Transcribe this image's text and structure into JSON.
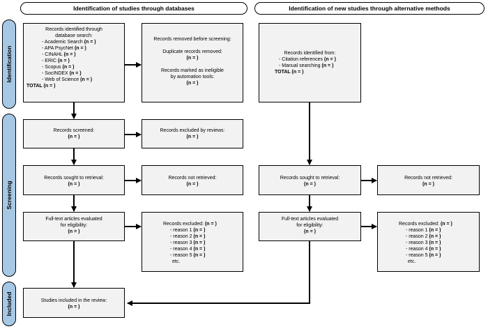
{
  "headers": {
    "databases": "Identification of studies through databases",
    "alternative": "Identification of new studies through alternative methods"
  },
  "phases": {
    "identification": "Identification",
    "screening": "Screening",
    "included": "Included"
  },
  "left": {
    "identified": {
      "line1": "Records identified through",
      "line2": "database search:",
      "items": [
        {
          "name": "- Academic Search",
          "n": "(n = )"
        },
        {
          "name": "- APA PsycNet",
          "n": "(n = )"
        },
        {
          "name": "- CINAHL",
          "n": "(n = )"
        },
        {
          "name": "- ERIC",
          "n": "(n = )"
        },
        {
          "name": "- Scopus",
          "n": "(n = )"
        },
        {
          "name": "- SocINDEX",
          "n": "(n = )"
        },
        {
          "name": "- Web of Science",
          "n": "(n = )"
        }
      ],
      "total_label": "TOTAL",
      "total_n": "(n = )"
    },
    "removed": {
      "title": "Records removed before screening:",
      "dup_label": "Duplicate records removed:",
      "dup_n": "(n = )",
      "inelig_line1": "Records marked as ineligible",
      "inelig_line2": "by automation tools:",
      "inelig_n": "(n = )"
    },
    "screened": {
      "label": "Records screened:",
      "n": "(n = )"
    },
    "excluded_reviews": {
      "label": "Records excluded by reviews:",
      "n": "(n = )"
    },
    "sought": {
      "label": "Records sought to retrieval:",
      "n": "(n = )"
    },
    "not_retrieved": {
      "label": "Records not retrieved:",
      "n": "(n = )"
    },
    "fulltext": {
      "line1": "Full-text articles evaluated",
      "line2": "for eligibility:",
      "n": "(n = )"
    },
    "excluded": {
      "label": "Records excluded:",
      "n": "(n = )",
      "reasons": [
        {
          "name": "- reason 1",
          "n": "(n = )"
        },
        {
          "name": "- reason 2",
          "n": "(n = )"
        },
        {
          "name": "- reason 3",
          "n": "(n = )"
        },
        {
          "name": "- reason 4",
          "n": "(n = )"
        },
        {
          "name": "- reason 5",
          "n": "(n = )"
        }
      ],
      "etc": "etc."
    },
    "included": {
      "label": "Studies included in the review:",
      "n": "(n = )"
    }
  },
  "right": {
    "identified": {
      "title": "Records identified from:",
      "items": [
        {
          "name": "- Citation references",
          "n": "(n = )"
        },
        {
          "name": "- Manual searching",
          "n": "(n = )"
        }
      ],
      "total_label": "TOTAL",
      "total_n": "(n = )"
    },
    "sought": {
      "label": "Records sought to retrieval:",
      "n": "(n = )"
    },
    "not_retrieved": {
      "label": "Records not retrieved:",
      "n": "(n = )"
    },
    "fulltext": {
      "line1": "Full-text articles evaluated",
      "line2": "for eligibility:",
      "n": "(n = )"
    },
    "excluded": {
      "label": "Records excluded:",
      "n": "(n = )",
      "reasons": [
        {
          "name": "- reason 1",
          "n": "(n = )"
        },
        {
          "name": "- reason 2",
          "n": "(n = )"
        },
        {
          "name": "- reason 3",
          "n": "(n = )"
        },
        {
          "name": "- reason 4",
          "n": "(n = )"
        },
        {
          "name": "- reason 5",
          "n": "(n = )"
        }
      ],
      "etc": "etc."
    }
  }
}
